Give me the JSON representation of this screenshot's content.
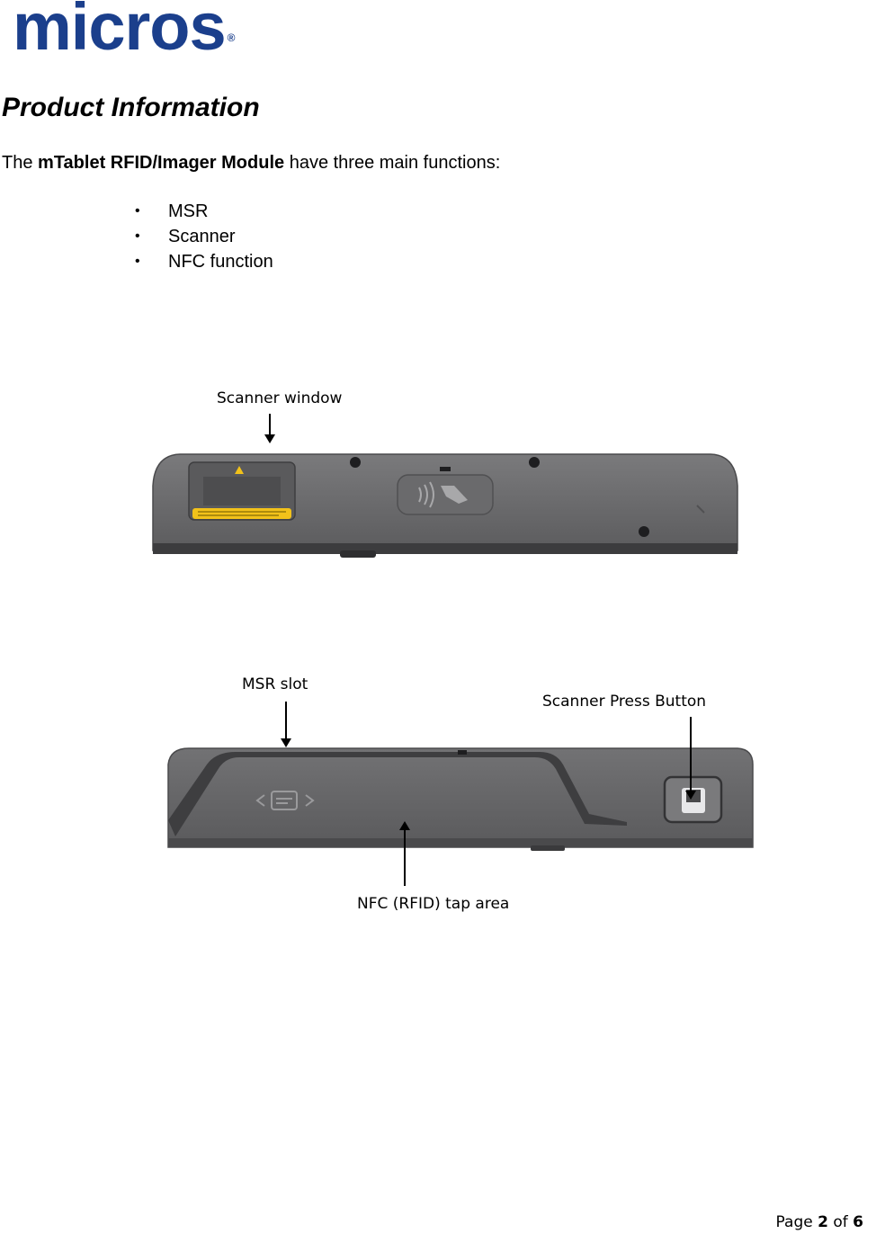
{
  "header": {
    "logo_text": "micros",
    "logo_mark": "®"
  },
  "title": "Product Information",
  "intro": {
    "prefix": "The ",
    "product_name": "mTablet RFID/Imager Module",
    "suffix": " have three main functions:"
  },
  "functions": [
    "MSR",
    "Scanner",
    "NFC function"
  ],
  "bullet_glyph": "•",
  "callouts": {
    "scanner_window": "Scanner window",
    "msr_slot": "MSR slot",
    "scanner_press_button": "Scanner Press Button",
    "nfc_tap_area": "NFC (RFID) tap area"
  },
  "footer": {
    "page_label": "Page ",
    "page": "2",
    "of_label": " of ",
    "total": "6"
  },
  "colors": {
    "logo": "#1b3f8c",
    "device_body": "#6b6b6d",
    "device_dark": "#3c3c3e",
    "label_yellow": "#f2c21a"
  }
}
